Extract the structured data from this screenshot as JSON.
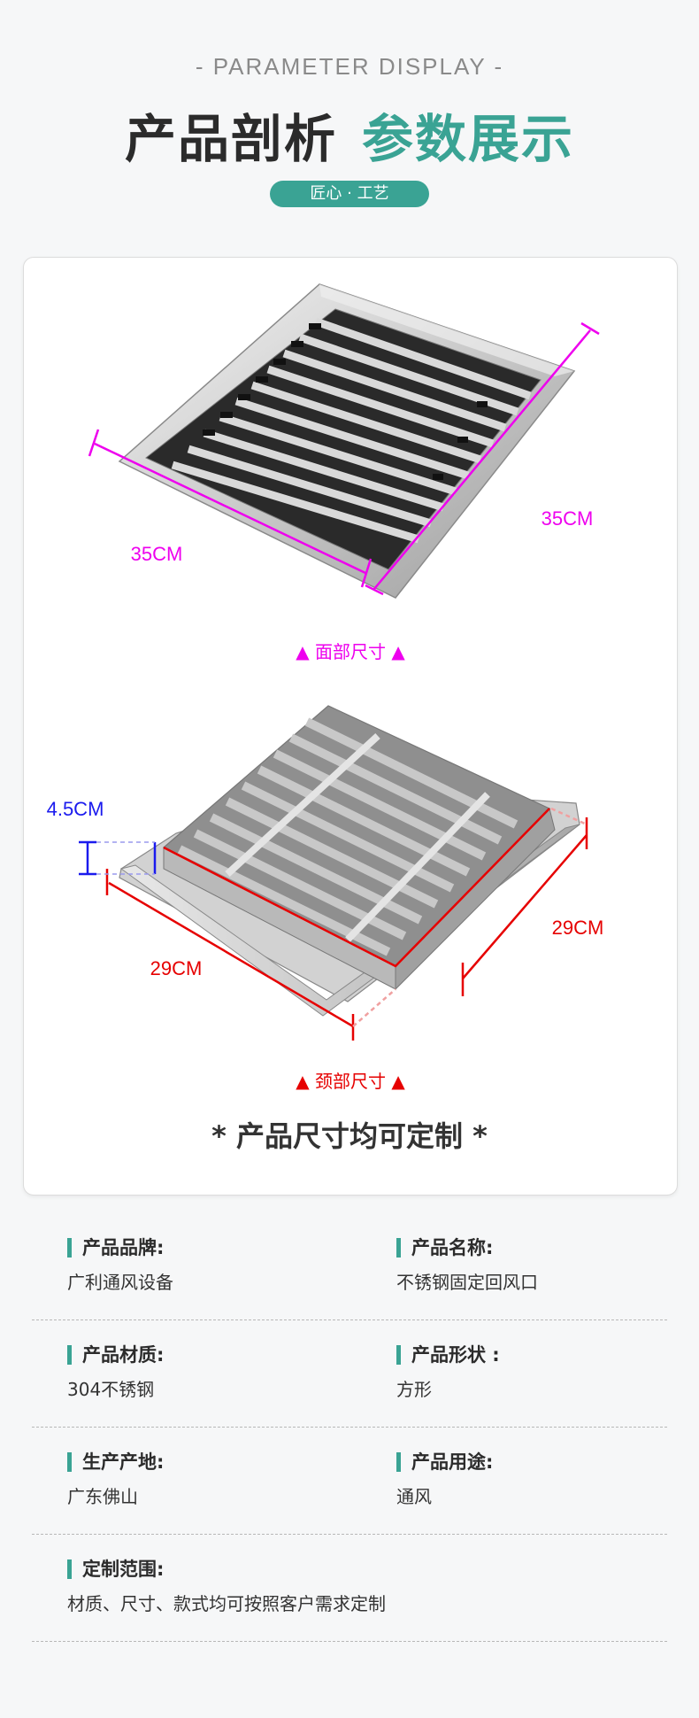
{
  "header": {
    "subtitle_en": "- PARAMETER DISPLAY -",
    "title_part1": "产品剖析",
    "title_part2": "参数展示",
    "pill": "匠心 · 工艺"
  },
  "figure_top": {
    "width_label": "35CM",
    "depth_label": "35CM",
    "caption": "▲ 面部尺寸 ▲"
  },
  "figure_bottom": {
    "height_label": "4.5CM",
    "width_label": "29CM",
    "depth_label": "29CM",
    "caption": "▲ 颈部尺寸 ▲"
  },
  "tagline": {
    "prefix": "* 产品尺寸",
    "highlight": "均可定制",
    "suffix": " *"
  },
  "params": [
    {
      "label": "产品品牌:",
      "value": "广利通风设备"
    },
    {
      "label": "产品名称:",
      "value": "不锈钢固定回风口"
    },
    {
      "label": "产品材质:",
      "value": "304不锈钢"
    },
    {
      "label": "产品形状 :",
      "value": "方形"
    },
    {
      "label": "生产产地:",
      "value": "广东佛山"
    },
    {
      "label": "产品用途:",
      "value": "通风"
    },
    {
      "label": "定制范围:",
      "value": "材质、尺寸、款式均可按照客户需求定制"
    }
  ],
  "colors": {
    "accent": "#3aa394",
    "magenta": "#ee00ee",
    "red": "#e60000",
    "blue": "#1a1aee"
  }
}
